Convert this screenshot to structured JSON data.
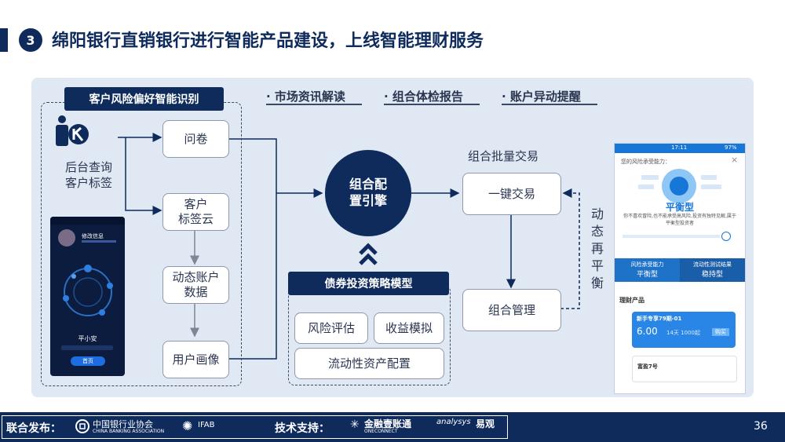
{
  "header": {
    "number": "3",
    "title": "绵阳银行直销银行进行智能产品建设，上线智能理财服务"
  },
  "left_group": {
    "label": "客户风险偏好智能识别",
    "side_caption": [
      "后台查询",
      "客户标签"
    ],
    "nodes": {
      "questionnaire": "问卷",
      "tag_cloud": [
        "客户",
        "标签云"
      ],
      "dynamic_account": [
        "动态账户",
        "数据"
      ],
      "user_profile": "用户画像"
    }
  },
  "features": [
    "· 市场资讯解读",
    "· 组合体检报告",
    "· 账户异动提醒"
  ],
  "engine": [
    "组合配",
    "置引擎"
  ],
  "bond_group": {
    "label": "债券投资策略模型",
    "items": [
      "风险评估",
      "收益模拟",
      "流动性资产配置"
    ]
  },
  "right_flow": {
    "batch_label": "组合批量交易",
    "one_click": "一键交易",
    "portfolio_mgmt": "组合管理",
    "rebalance": [
      "动",
      "态",
      "再",
      "平",
      "衡"
    ]
  },
  "phone_left": {
    "banner": "修改信息",
    "name": "平小安",
    "button": "首页"
  },
  "phone_right": {
    "status": "17:11",
    "battery": "97%",
    "prompt": "您的风险承受能力：",
    "risk_type": "平衡型",
    "desc": "你不喜欢冒险,也不能承受高风险,投资有独特见解,属于平衡型投资者",
    "tab1_label": "风险承受能力",
    "tab1_value": "平衡型",
    "tab2_label": "流动性测试结果",
    "tab2_value": "稳持型",
    "section": "理财产品",
    "card1_name": "新手专享79期-01",
    "card1_rate": "6.00",
    "card1_terms": "14天 1000起",
    "card1_btn": "购买",
    "card2_name": "富盈7号"
  },
  "footer": {
    "publisher_label": "联合发布：",
    "org1": "中国银行业协会",
    "org1_en": "CHINA BANKING ASSOCIATION",
    "org2": "IFAB",
    "support_label": "技术支持：",
    "org3": "金融壹账通",
    "org3_en": "ONECONNECT",
    "org4": "易观",
    "org4_en": "analysys",
    "page": "36"
  },
  "colors": {
    "navy": "#0e2b5c",
    "panel": "#dfe8f3",
    "box_border": "#8e99ad",
    "phone_blue": "#1677d8"
  }
}
